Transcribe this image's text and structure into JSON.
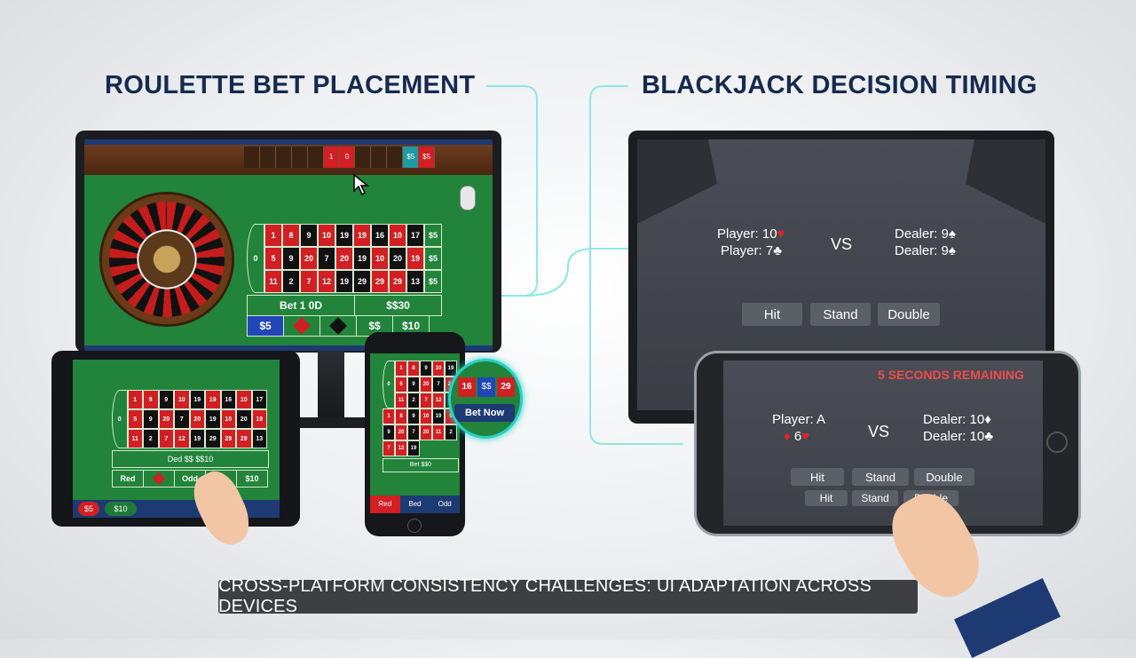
{
  "headings": {
    "left": "ROULETTE BET PLACEMENT",
    "right": "BLACKJACK DECISION TIMING"
  },
  "roulette": {
    "bet_strip": [
      "",
      "",
      "",
      "",
      "",
      "1",
      "0",
      "",
      "",
      "",
      "$5",
      "$5"
    ],
    "grid_rows": [
      [
        {
          "t": "1",
          "c": "r"
        },
        {
          "t": "8",
          "c": "r"
        },
        {
          "t": "9",
          "c": "b"
        },
        {
          "t": "10",
          "c": "r"
        },
        {
          "t": "19",
          "c": "b"
        },
        {
          "t": "19",
          "c": "r"
        },
        {
          "t": "16",
          "c": "b"
        },
        {
          "t": "10",
          "c": "r"
        },
        {
          "t": "17",
          "c": "b"
        },
        {
          "t": "$5",
          "c": "g"
        }
      ],
      [
        {
          "t": "5",
          "c": "r"
        },
        {
          "t": "9",
          "c": "b"
        },
        {
          "t": "20",
          "c": "r"
        },
        {
          "t": "7",
          "c": "b"
        },
        {
          "t": "20",
          "c": "r"
        },
        {
          "t": "19",
          "c": "b"
        },
        {
          "t": "10",
          "c": "r"
        },
        {
          "t": "20",
          "c": "b"
        },
        {
          "t": "19",
          "c": "r"
        },
        {
          "t": "$5",
          "c": "g"
        }
      ],
      [
        {
          "t": "11",
          "c": "r"
        },
        {
          "t": "2",
          "c": "b"
        },
        {
          "t": "7",
          "c": "r"
        },
        {
          "t": "12",
          "c": "r"
        },
        {
          "t": "19",
          "c": "b"
        },
        {
          "t": "29",
          "c": "b"
        },
        {
          "t": "29",
          "c": "r"
        },
        {
          "t": "29",
          "c": "r"
        },
        {
          "t": "13",
          "c": "b"
        },
        {
          "t": "$5",
          "c": "g"
        }
      ]
    ],
    "bet_labels": [
      "Bet 1 0D",
      "$$30"
    ],
    "bottom_bets": [
      "$5",
      "",
      "",
      "$$",
      "$10"
    ]
  },
  "tablet": {
    "bottom_chips": [
      "$5",
      "$10"
    ],
    "bet_row": [
      "Red",
      "",
      "Odd",
      "$$",
      "$10"
    ],
    "line": "Ded $$ $$10"
  },
  "phone_small": {
    "zoom_cells": [
      "16",
      "$$",
      "29"
    ],
    "zoom_button": "Bet Now",
    "tabs": [
      "Red",
      "Bed",
      "Odd"
    ],
    "line": "Bet $$0"
  },
  "blackjack_desktop": {
    "player_line1": "Player: 10",
    "player_line2": "Player: 7",
    "vs": "VS",
    "dealer_line1": "Dealer: 9",
    "dealer_line2": "Dealer: 9",
    "suit_heart": "♥",
    "suit_club": "♣",
    "suit_spade": "♠",
    "buttons": [
      "Hit",
      "Stand",
      "Double"
    ]
  },
  "blackjack_mobile": {
    "timer": "5 SECONDS REMAINING",
    "player_line1": "Player: A",
    "player_line2": "6",
    "vs": "VS",
    "dealer_line1": "Dealer: 10",
    "dealer_line2": "Dealer: 10",
    "suit_diamond": "♦",
    "suit_heart": "♥",
    "suit_club": "♣",
    "buttons_row1": [
      "Hit",
      "Stand",
      "Double"
    ],
    "buttons_row2": [
      "Hit",
      "Stand",
      "Double"
    ]
  },
  "caption": "CROSS-PLATFORM CONSISTENCY CHALLENGES: UI ADAPTATION ACROSS DEVICES",
  "colors": {
    "felt": "#21843a",
    "red": "#d11f23",
    "navy": "#152a4e",
    "accent": "#29d0c6",
    "timer": "#ef4b4b"
  }
}
